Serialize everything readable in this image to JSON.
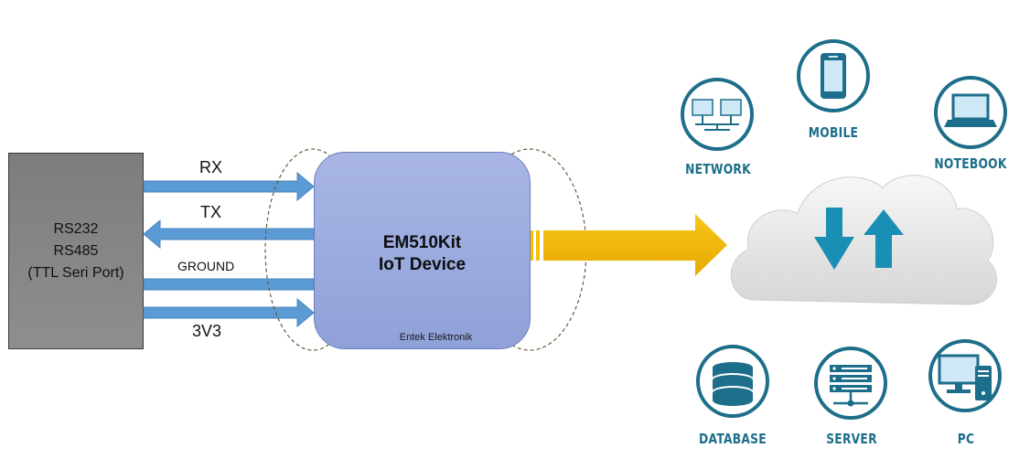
{
  "serial_port": {
    "lines": [
      "RS232",
      "RS485",
      "(TTL Seri Port)"
    ]
  },
  "wires": {
    "rx": "RX",
    "tx": "TX",
    "ground": "GROUND",
    "v33": "3V3"
  },
  "device": {
    "title_line1": "EM510Kit",
    "title_line2": "IoT Device",
    "brand": "Entek Elektronik"
  },
  "nodes": {
    "network": "NETWORK",
    "mobile": "MOBILE",
    "notebook": "NOTEBOOK",
    "database": "DATABASE",
    "server": "SERVER",
    "pc": "PC"
  },
  "colors": {
    "arrow_blue": "#5b9bd5",
    "arrow_yellow": "#f6be00",
    "icon_teal": "#1d6e8b",
    "cloud_arrow": "#1a8fb5"
  }
}
